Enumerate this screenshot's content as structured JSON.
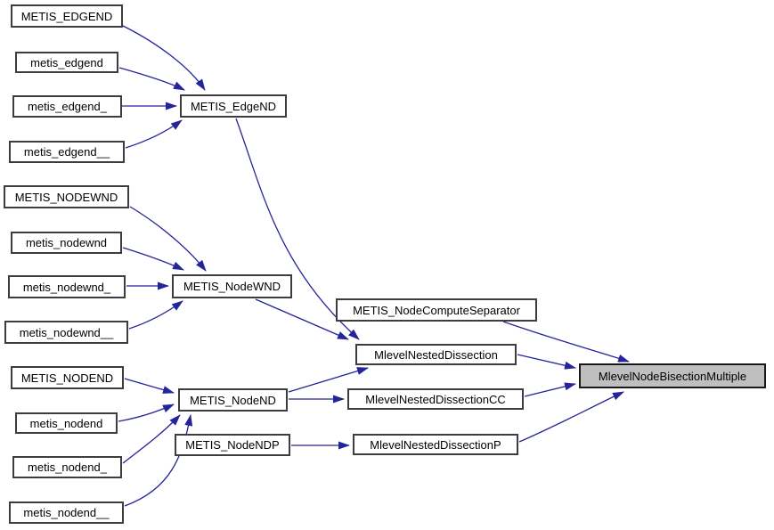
{
  "diagram": {
    "type": "call-graph",
    "highlighted_node": "MlevelNodeBisectionMultiple",
    "colors": {
      "background": "#ffffff",
      "node_fill": "#ffffff",
      "node_border": "#3d3d3d",
      "highlight_fill": "#bfbfbf",
      "highlight_border": "#1a1a1a",
      "edge": "#24249b",
      "text": "#000000"
    },
    "nodes": [
      {
        "id": "METIS_EDGEND",
        "label": "METIS_EDGEND"
      },
      {
        "id": "metis_edgend",
        "label": "metis_edgend"
      },
      {
        "id": "metis_edgend_",
        "label": "metis_edgend_"
      },
      {
        "id": "metis_edgend__",
        "label": "metis_edgend__"
      },
      {
        "id": "METIS_EdgeND",
        "label": "METIS_EdgeND"
      },
      {
        "id": "METIS_NODEWND",
        "label": "METIS_NODEWND"
      },
      {
        "id": "metis_nodewnd",
        "label": "metis_nodewnd"
      },
      {
        "id": "metis_nodewnd_",
        "label": "metis_nodewnd_"
      },
      {
        "id": "metis_nodewnd__",
        "label": "metis_nodewnd__"
      },
      {
        "id": "METIS_NodeWND",
        "label": "METIS_NodeWND"
      },
      {
        "id": "METIS_NODEND",
        "label": "METIS_NODEND"
      },
      {
        "id": "metis_nodend",
        "label": "metis_nodend"
      },
      {
        "id": "metis_nodend_",
        "label": "metis_nodend_"
      },
      {
        "id": "metis_nodend__",
        "label": "metis_nodend__"
      },
      {
        "id": "METIS_NodeND",
        "label": "METIS_NodeND"
      },
      {
        "id": "METIS_NodeNDP",
        "label": "METIS_NodeNDP"
      },
      {
        "id": "METIS_NodeComputeSeparator",
        "label": "METIS_NodeComputeSeparator"
      },
      {
        "id": "MlevelNestedDissection",
        "label": "MlevelNestedDissection"
      },
      {
        "id": "MlevelNestedDissectionCC",
        "label": "MlevelNestedDissectionCC"
      },
      {
        "id": "MlevelNestedDissectionP",
        "label": "MlevelNestedDissectionP"
      },
      {
        "id": "MlevelNodeBisectionMultiple",
        "label": "MlevelNodeBisectionMultiple"
      }
    ],
    "edges": [
      {
        "from": "METIS_EDGEND",
        "to": "METIS_EdgeND"
      },
      {
        "from": "metis_edgend",
        "to": "METIS_EdgeND"
      },
      {
        "from": "metis_edgend_",
        "to": "METIS_EdgeND"
      },
      {
        "from": "metis_edgend__",
        "to": "METIS_EdgeND"
      },
      {
        "from": "METIS_NODEWND",
        "to": "METIS_NodeWND"
      },
      {
        "from": "metis_nodewnd",
        "to": "METIS_NodeWND"
      },
      {
        "from": "metis_nodewnd_",
        "to": "METIS_NodeWND"
      },
      {
        "from": "metis_nodewnd__",
        "to": "METIS_NodeWND"
      },
      {
        "from": "METIS_NODEND",
        "to": "METIS_NodeND"
      },
      {
        "from": "metis_nodend",
        "to": "METIS_NodeND"
      },
      {
        "from": "metis_nodend_",
        "to": "METIS_NodeND"
      },
      {
        "from": "metis_nodend__",
        "to": "METIS_NodeND"
      },
      {
        "from": "METIS_EdgeND",
        "to": "MlevelNestedDissection"
      },
      {
        "from": "METIS_NodeWND",
        "to": "MlevelNestedDissection"
      },
      {
        "from": "METIS_NodeND",
        "to": "MlevelNestedDissection"
      },
      {
        "from": "METIS_NodeND",
        "to": "MlevelNestedDissectionCC"
      },
      {
        "from": "METIS_NodeNDP",
        "to": "MlevelNestedDissectionP"
      },
      {
        "from": "METIS_NodeComputeSeparator",
        "to": "MlevelNodeBisectionMultiple"
      },
      {
        "from": "MlevelNestedDissection",
        "to": "MlevelNodeBisectionMultiple"
      },
      {
        "from": "MlevelNestedDissectionCC",
        "to": "MlevelNodeBisectionMultiple"
      },
      {
        "from": "MlevelNestedDissectionP",
        "to": "MlevelNodeBisectionMultiple"
      }
    ]
  }
}
